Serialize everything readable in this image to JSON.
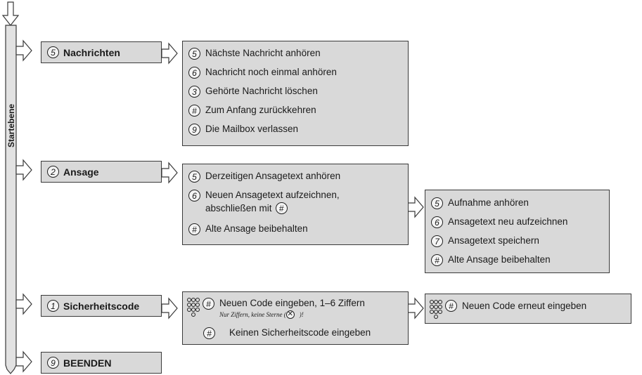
{
  "sidebar_label": "Startebene",
  "menus": {
    "nachrichten": {
      "key": "5",
      "label": "Nachrichten"
    },
    "ansage": {
      "key": "2",
      "label": "Ansage"
    },
    "sicherheitscode": {
      "key": "1",
      "label": "Sicherheitscode"
    },
    "beenden": {
      "key": "9",
      "label": "BEENDEN"
    }
  },
  "nachrichten_options": [
    {
      "key": "5",
      "text": "Nächste Nachricht anhören"
    },
    {
      "key": "6",
      "text": "Nachricht noch einmal anhören"
    },
    {
      "key": "3",
      "text": "Gehörte Nachricht löschen"
    },
    {
      "key": "#",
      "text": "Zum Anfang zurückkehren"
    },
    {
      "key": "9",
      "text": "Die Mailbox verlassen"
    }
  ],
  "ansage_options": [
    {
      "key": "5",
      "text": "Derzeitigen Ansagetext anhören"
    },
    {
      "key": "6",
      "text": "Neuen Ansagetext aufzeichnen,",
      "text2": "abschließen mit",
      "key2": "#"
    },
    {
      "key": "#",
      "text": "Alte Ansage beibehalten"
    }
  ],
  "aufnahme_options": [
    {
      "key": "5",
      "text": "Aufnahme anhören"
    },
    {
      "key": "6",
      "text": "Ansagetext neu aufzeichnen"
    },
    {
      "key": "7",
      "text": "Ansagetext speichern"
    },
    {
      "key": "#",
      "text": "Alte Ansage beibehalten"
    }
  ],
  "code_options": {
    "new_key": "#",
    "new_text": "Neuen Code eingeben, 1–6 Ziffern",
    "note": "Nur Ziffern, keine Sterne (",
    "note_end": ")!",
    "none_key": "#",
    "none_text": "Keinen Sicherheitscode eingeben"
  },
  "code_confirm": {
    "key": "#",
    "text": "Neuen Code erneut eingeben"
  }
}
